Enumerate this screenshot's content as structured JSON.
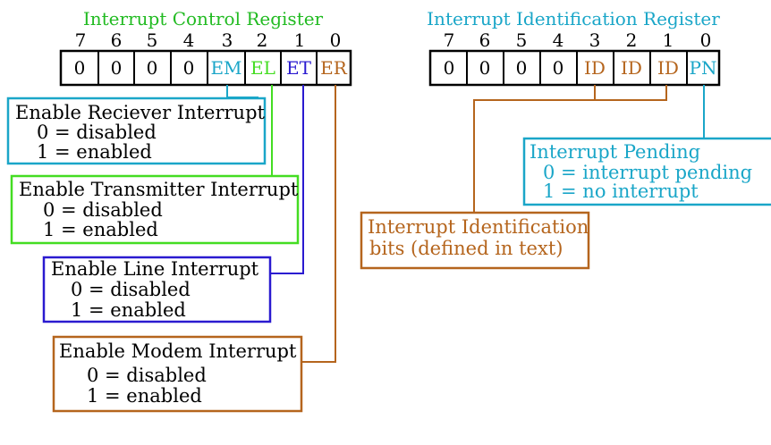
{
  "colors": {
    "icr_title": "#22bb22",
    "iir_title": "#1aa6c8",
    "em": "#1aa6c8",
    "el": "#44dd22",
    "et": "#2a1ad0",
    "er": "#b5651d",
    "id": "#b5651d",
    "pn": "#1aa6c8",
    "black": "#000000"
  },
  "icr": {
    "title": "Interrupt Control Register",
    "bit_numbers": [
      "7",
      "6",
      "5",
      "4",
      "3",
      "2",
      "1",
      "0"
    ],
    "cells": [
      "0",
      "0",
      "0",
      "0",
      "EM",
      "EL",
      "ET",
      "ER"
    ]
  },
  "iir": {
    "title": "Interrupt Identification Register",
    "bit_numbers": [
      "7",
      "6",
      "5",
      "4",
      "3",
      "2",
      "1",
      "0"
    ],
    "cells": [
      "0",
      "0",
      "0",
      "0",
      "ID",
      "ID",
      "ID",
      "PN"
    ]
  },
  "boxes": {
    "receiver": {
      "title": "Enable Reciever Interrupt",
      "line1": "0 = disabled",
      "line2": "1 = enabled"
    },
    "transmitter": {
      "title": "Enable Transmitter Interrupt",
      "line1": "0 = disabled",
      "line2": "1 = enabled"
    },
    "line": {
      "title": "Enable Line Interrupt",
      "line1": "0 = disabled",
      "line2": "1 = enabled"
    },
    "modem": {
      "title": "Enable Modem Interrupt",
      "line1": "0 = disabled",
      "line2": "1 = enabled"
    },
    "pending": {
      "title": "Interrupt Pending",
      "line1": "0 = interrupt pending",
      "line2": "1 = no interrupt"
    },
    "ident": {
      "line1": "Interrupt Identification",
      "line2": "bits (defined in text)"
    }
  }
}
